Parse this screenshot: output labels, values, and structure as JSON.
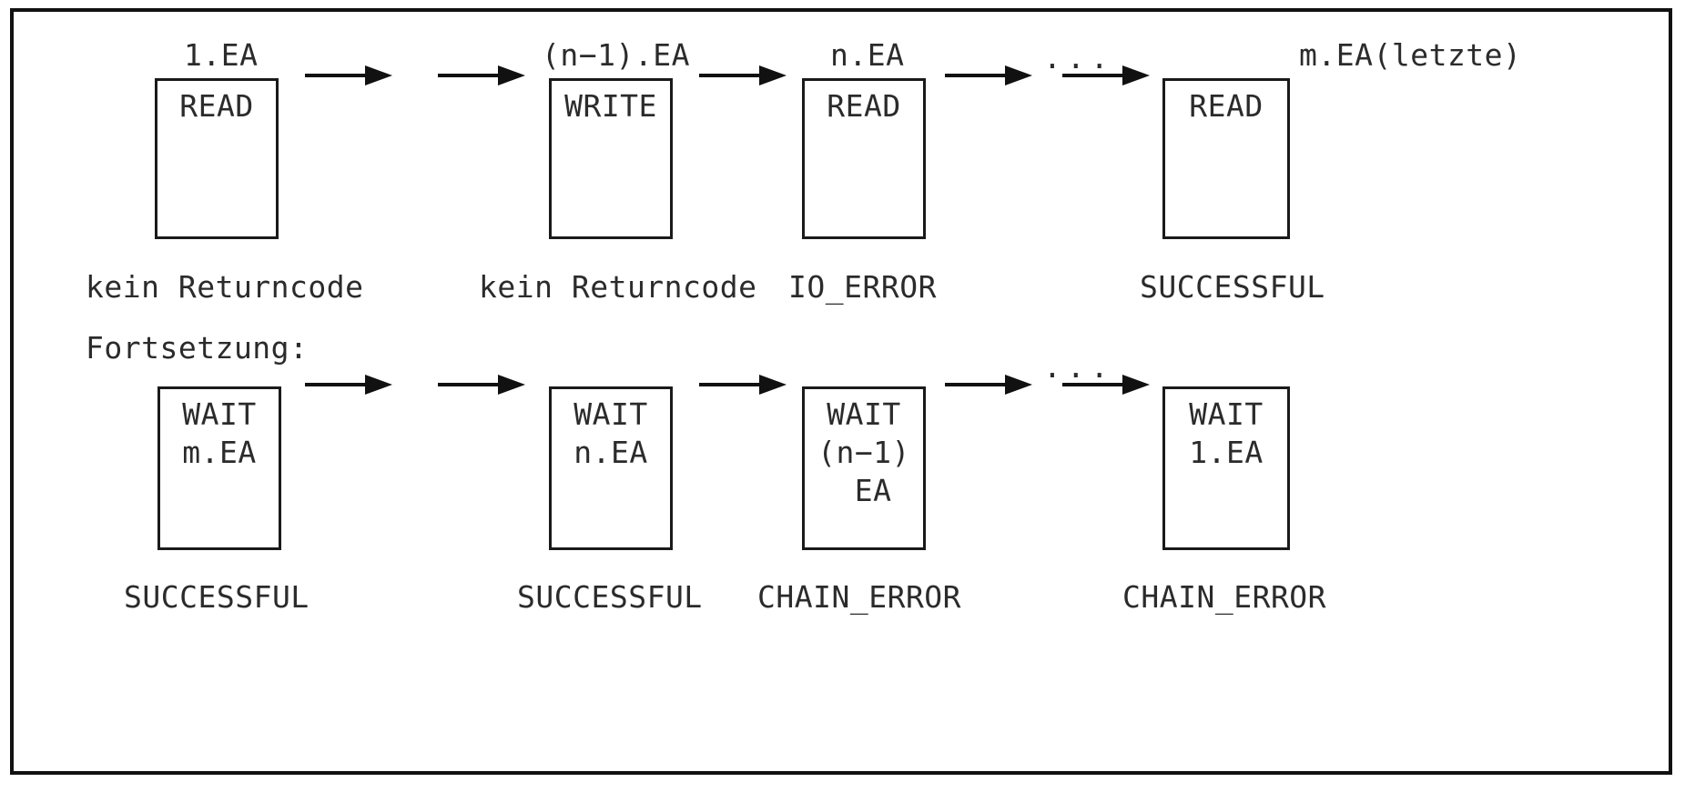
{
  "diagram": {
    "title_label": "Fortsetzung:",
    "row1": {
      "steps": [
        {
          "top_label": "1.EA",
          "box_lines": [
            "READ"
          ],
          "caption": "kein Returncode"
        },
        {
          "top_label": "(n−1).EA",
          "box_lines": [
            "WRITE"
          ],
          "caption": "kein Returncode"
        },
        {
          "top_label": "n.EA",
          "box_lines": [
            "READ"
          ],
          "caption": "IO_ERROR"
        },
        {
          "top_label": "m.EA(letzte)",
          "box_lines": [
            "READ"
          ],
          "caption": "SUCCESSFUL"
        }
      ],
      "ellipsis": "···"
    },
    "row2": {
      "steps": [
        {
          "top_label": "",
          "box_lines": [
            "WAIT",
            "m.EA"
          ],
          "caption": "SUCCESSFUL"
        },
        {
          "top_label": "",
          "box_lines": [
            "WAIT",
            "n.EA"
          ],
          "caption": "SUCCESSFUL"
        },
        {
          "top_label": "",
          "box_lines": [
            "WAIT",
            "(n−1)",
            " EA"
          ],
          "caption": "CHAIN_ERROR"
        },
        {
          "top_label": "",
          "box_lines": [
            "WAIT",
            "1.EA"
          ],
          "caption": "CHAIN_ERROR"
        }
      ],
      "ellipsis": "···"
    },
    "colors": {
      "frame": "#111111",
      "box_border": "#1a1a1a",
      "text": "#2b2b2b",
      "background": "#ffffff"
    }
  }
}
